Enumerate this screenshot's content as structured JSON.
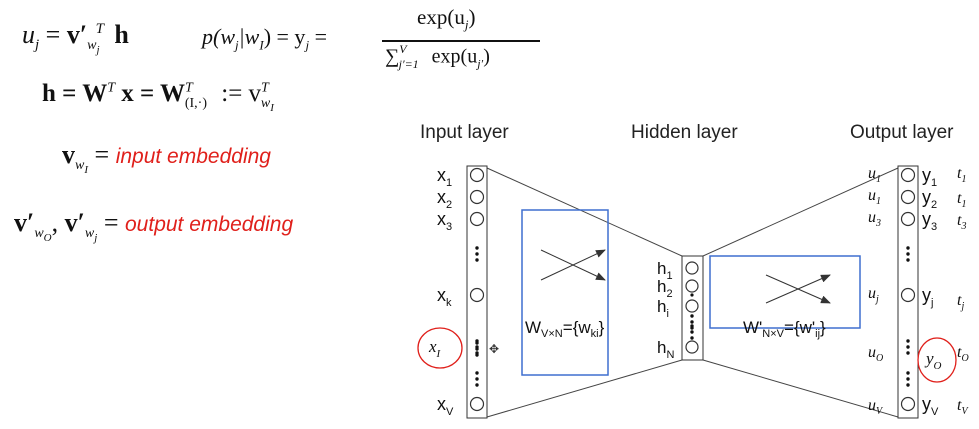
{
  "equations": {
    "eq1_lhs": "u",
    "eq1_sub": "j",
    "eq1_eq": "=",
    "eq1_v": "v′",
    "eq1_vsub": "w",
    "eq1_vsubsub": "j",
    "eq1_sup": "T",
    "eq1_h": "h",
    "eq2_p": "p(w",
    "eq2_p_sub": "j",
    "eq2_mid": "|w",
    "eq2_mid_sub": "I",
    "eq2_rest": ") = y",
    "eq2_y_sub": "j",
    "eq2_eq": "=",
    "eq2_num": "exp(u",
    "eq2_num_sub": "j",
    "eq2_num_close": ")",
    "eq2_den_sum": "∑",
    "eq2_den_sup": "V",
    "eq2_den_sub": "j′=1",
    "eq2_den_rest": "exp(u",
    "eq2_den_sub2": "j′",
    "eq2_den_close": ")",
    "eq3_text": "h = W",
    "eq3_sup": "T",
    "eq3_mid": "x = W",
    "eq3_sup2": "T",
    "eq3_sub2": "(I,·)",
    "eq3_def": ":= v",
    "eq3_sup3": "T",
    "eq3_sub3": "w",
    "eq3_subsub3": "I",
    "eq4_v": "v",
    "eq4_sub": "w",
    "eq4_subsub": "I",
    "eq4_eq": "=",
    "eq4_label": "input embedding",
    "eq5_v1": "v′",
    "eq5_sub1": "w",
    "eq5_subsub1": "O",
    "eq5_comma": ",",
    "eq5_v2": "v′",
    "eq5_sub2": "w",
    "eq5_subsub2": "j",
    "eq5_eq": "=",
    "eq5_label": "output embedding"
  },
  "diagram": {
    "input_title": "Input layer",
    "hidden_title": "Hidden layer",
    "output_title": "Output layer",
    "input_nodes": [
      {
        "base": "x",
        "sub": "1"
      },
      {
        "base": "x",
        "sub": "2"
      },
      {
        "base": "x",
        "sub": "3"
      },
      {
        "base": "x",
        "sub": "k"
      },
      {
        "base": "x",
        "sub": "V"
      }
    ],
    "input_highlight": {
      "base": "x",
      "sub": "I"
    },
    "hidden_nodes": [
      {
        "base": "h",
        "sub": "1"
      },
      {
        "base": "h",
        "sub": "2"
      },
      {
        "base": "h",
        "sub": "i"
      },
      {
        "base": "h",
        "sub": "N"
      }
    ],
    "output_nodes": [
      {
        "base": "y",
        "sub": "1"
      },
      {
        "base": "y",
        "sub": "2"
      },
      {
        "base": "y",
        "sub": "3"
      },
      {
        "base": "y",
        "sub": "j"
      },
      {
        "base": "y",
        "sub": "V"
      }
    ],
    "output_highlight": {
      "base": "y",
      "sub": "O"
    },
    "u_labels": [
      {
        "base": "u",
        "sub": "1"
      },
      {
        "base": "u",
        "sub": "1"
      },
      {
        "base": "u",
        "sub": "3"
      },
      {
        "base": "u",
        "sub": "j"
      },
      {
        "base": "u",
        "sub": "O"
      },
      {
        "base": "u",
        "sub": "V"
      }
    ],
    "t_labels": [
      {
        "base": "t",
        "sub": "1"
      },
      {
        "base": "t",
        "sub": "1"
      },
      {
        "base": "t",
        "sub": "3"
      },
      {
        "base": "t",
        "sub": "j"
      },
      {
        "base": "t",
        "sub": "O"
      },
      {
        "base": "t",
        "sub": "V"
      }
    ],
    "w_in": {
      "base": "W",
      "sub": "V×N",
      "rest": "={w",
      "sub2": "ki",
      "close": "}"
    },
    "w_out": {
      "base": "W'",
      "sub": "N×V",
      "rest": "={w'",
      "sub2": "ij",
      "close": "}"
    },
    "colors": {
      "box": "#3f6fcf",
      "highlight": "#e0201b",
      "line": "#444444"
    }
  }
}
